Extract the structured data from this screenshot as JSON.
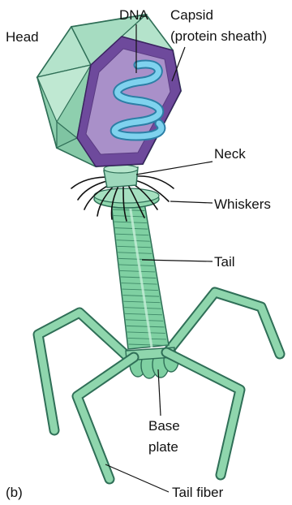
{
  "figure": {
    "panel_label": "(b)",
    "labels": {
      "head": "Head",
      "dna": "DNA",
      "capsid_line1": "Capsid",
      "capsid_line2": "(protein sheath)",
      "neck": "Neck",
      "whiskers": "Whiskers",
      "tail": "Tail",
      "base_plate_line1": "Base",
      "base_plate_line2": "plate",
      "tail_fiber": "Tail fiber"
    }
  },
  "colors": {
    "head_fill": "#9ed8bc",
    "head_stroke": "#2f6f57",
    "capsid_fill": "#6e4a9c",
    "capsid_inner": "#a990c9",
    "dna": "#6fc6e6",
    "tail_fill": "#7fd0a2",
    "tail_stroke": "#2f6f57",
    "fiber_fill": "#79c99b",
    "line": "#111111"
  }
}
